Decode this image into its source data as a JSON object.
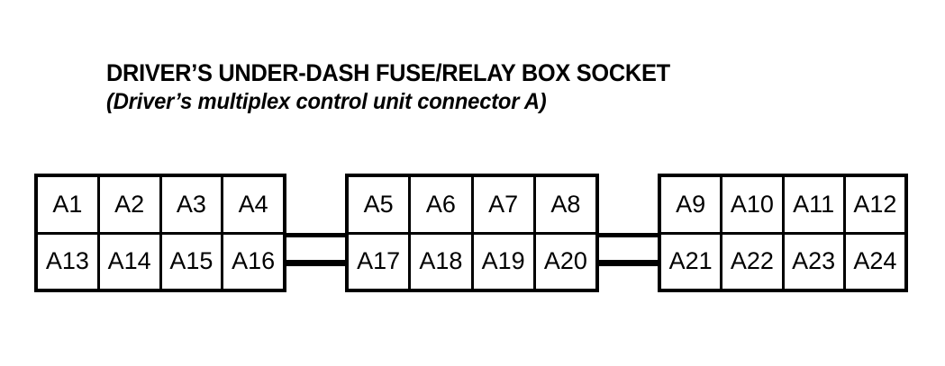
{
  "title": {
    "line1": "DRIVER’S UNDER-DASH FUSE/RELAY BOX SOCKET",
    "line2": "(Driver’s multiplex control unit connector A)"
  },
  "colors": {
    "background": "#ffffff",
    "line": "#000000",
    "text": "#000000"
  },
  "diagram": {
    "type": "connector-pinout",
    "blocks": [
      {
        "name": "left-block",
        "rows": [
          {
            "cells": [
              "A1",
              "A2",
              "A3",
              "A4"
            ]
          },
          {
            "cells": [
              "A13",
              "A14",
              "A15",
              "A16"
            ]
          }
        ]
      },
      {
        "name": "middle-block",
        "rows": [
          {
            "cells": [
              "A5",
              "A6",
              "A7",
              "A8"
            ]
          },
          {
            "cells": [
              "A17",
              "A18",
              "A19",
              "A20"
            ]
          }
        ]
      },
      {
        "name": "right-block",
        "rows": [
          {
            "cells": [
              "A9",
              "A10",
              "A11",
              "A12"
            ]
          },
          {
            "cells": [
              "A21",
              "A22",
              "A23",
              "A24"
            ]
          }
        ]
      }
    ]
  }
}
